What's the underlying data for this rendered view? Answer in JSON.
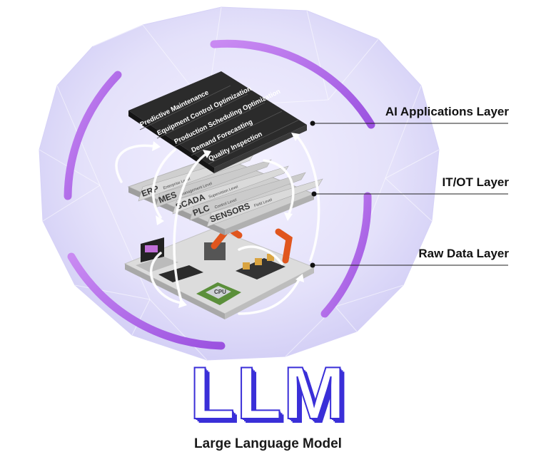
{
  "layers": {
    "ai": {
      "label": "AI Applications Layer",
      "items": [
        "Predictive Maintenance",
        "Equipment Control Optimization",
        "Production Scheduling Optimization",
        "Demand Forecasting",
        "Quality Inspection"
      ]
    },
    "itot": {
      "label": "IT/OT Layer",
      "items": [
        {
          "name": "ERP",
          "level": "Enterprise Level"
        },
        {
          "name": "MES",
          "level": "Management Level"
        },
        {
          "name": "SCADA",
          "level": "Supervision Level"
        },
        {
          "name": "PLC",
          "level": "Control Level"
        },
        {
          "name": "SENSORS",
          "level": "Field Level"
        }
      ]
    },
    "raw": {
      "label": "Raw Data Layer",
      "chip_text": "CPU"
    }
  },
  "title": {
    "main": "LLM",
    "subtitle": "Large Language Model"
  },
  "colors": {
    "sphere": "#e6e3fb",
    "arc": "#b56be8",
    "panel_dark": "#2a2a2a",
    "panel_light": "#b9b9b9",
    "logo": "#3a2fd8"
  }
}
